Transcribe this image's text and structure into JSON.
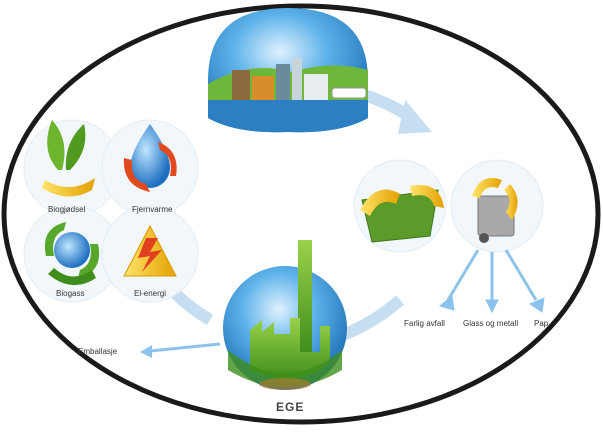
{
  "diagram": {
    "nodes": {
      "top_city": {
        "label": ""
      },
      "biogjodsel": {
        "label": "Biogjødsel"
      },
      "fjernvarme": {
        "label": "Fjernvarme"
      },
      "biogass": {
        "label": "Biogass"
      },
      "el_energi": {
        "label": "El-energi"
      },
      "ege": {
        "label": "EGE"
      },
      "emballasje": {
        "label": "Emballasje"
      },
      "farlig_avfall": {
        "label": "Farlig avfall"
      },
      "glass_metall": {
        "label": "Glass og metall"
      },
      "papir": {
        "label": "Pap"
      }
    },
    "colors": {
      "frame": "#1a1a1a",
      "cycle_arrow": "#b9d6ee",
      "sphere_blue": "#2d8fd4",
      "factory_green": "#5cab2a",
      "arrow_yellow": "#f2c21a"
    }
  }
}
